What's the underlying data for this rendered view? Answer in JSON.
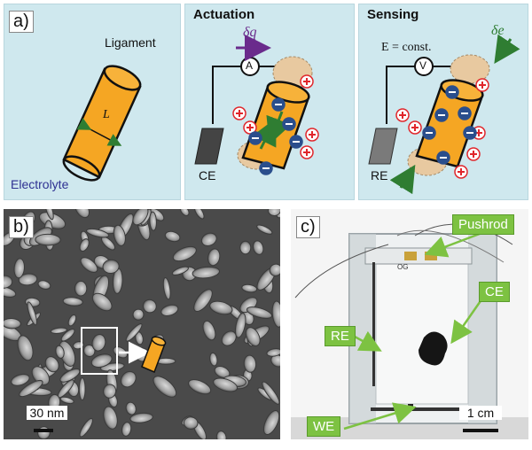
{
  "panel_a": {
    "label": "a)",
    "ligament_label": "Ligament",
    "length_label": "L",
    "electrolyte_label": "Electrolyte",
    "actuation_title": "Actuation",
    "delta_q": "δq",
    "ammeter": "A",
    "ce_label": "CE",
    "sensing_title": "Sensing",
    "e_const": "E = const.",
    "delta_e": "δe",
    "voltmeter": "V",
    "re_label": "RE"
  },
  "panel_b": {
    "label": "b)",
    "scale": "30 nm"
  },
  "panel_c": {
    "label": "c)",
    "pushrod": "Pushrod",
    "ce": "CE",
    "re": "RE",
    "we": "WE",
    "scale": "1 cm",
    "og_mark": "OG"
  },
  "colors": {
    "panel_bg": "#cfe8ee",
    "ligament": "#f5a623",
    "ion_red": "#e0262b",
    "ion_blue": "#2a4e8c",
    "label_green": "#7dc242",
    "arrow_green": "#2f7d32",
    "arrow_purple": "#6a2b8c"
  }
}
